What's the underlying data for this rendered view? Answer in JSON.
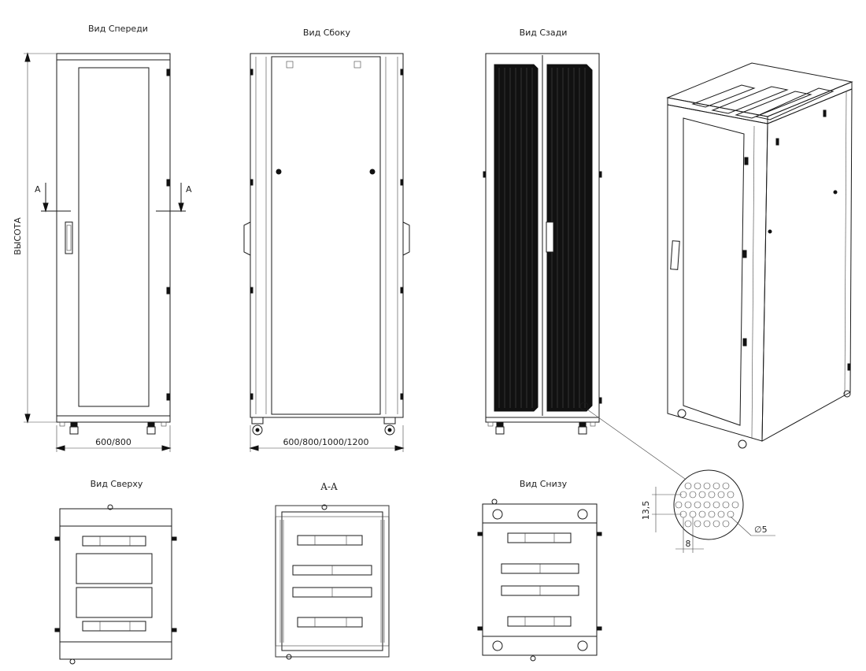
{
  "views": {
    "front_label": "Вид Спереди",
    "side_label": "Вид Сбоку",
    "rear_label": "Вид Сзади",
    "top_label": "Вид Сверху",
    "section_label": "A-A",
    "bottom_label": "Вид Снизу"
  },
  "dimensions": {
    "height_label": "ВЫСОТА",
    "front_width": "600/800",
    "side_depth": "600/800/1000/1200",
    "section_mark_left": "A",
    "section_mark_right": "A"
  },
  "perforation_detail": {
    "pitch_vertical": "13,5",
    "pitch_horizontal": "8",
    "hole_diameter": "∅5"
  },
  "colors": {
    "line": "#1a1a1a",
    "mesh": "#111111",
    "background": "#ffffff"
  }
}
